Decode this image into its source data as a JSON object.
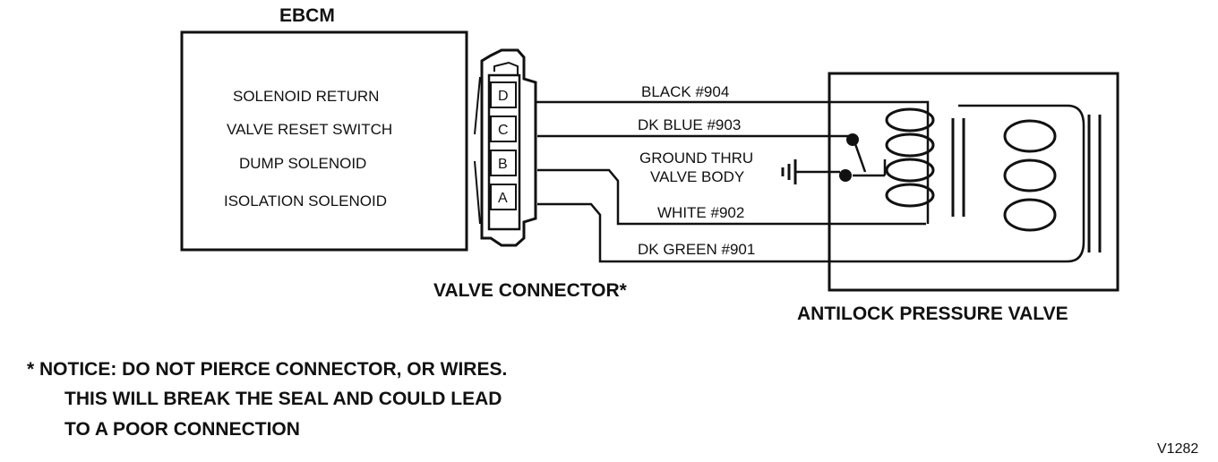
{
  "ebcm": {
    "title": "EBCM",
    "functions": [
      "SOLENOID RETURN",
      "VALVE RESET SWITCH",
      "DUMP SOLENOID",
      "ISOLATION SOLENOID"
    ]
  },
  "connector": {
    "label": "VALVE CONNECTOR*",
    "pins": [
      "D",
      "C",
      "B",
      "A"
    ]
  },
  "wires": [
    {
      "label": "BLACK #904"
    },
    {
      "label": "DK BLUE #903"
    },
    {
      "label": "GROUND THRU",
      "label2": "VALVE BODY"
    },
    {
      "label": "WHITE #902"
    },
    {
      "label": "DK GREEN #901"
    }
  ],
  "valve": {
    "label": "ANTILOCK PRESSURE VALVE"
  },
  "notice": {
    "lines": [
      "* NOTICE: DO NOT PIERCE CONNECTOR, OR WIRES.",
      "THIS WILL  BREAK THE SEAL AND COULD LEAD",
      "TO A POOR CONNECTION"
    ]
  },
  "figure_code": "V1282",
  "colors": {
    "ink": "#111111",
    "paper": "#ffffff"
  }
}
